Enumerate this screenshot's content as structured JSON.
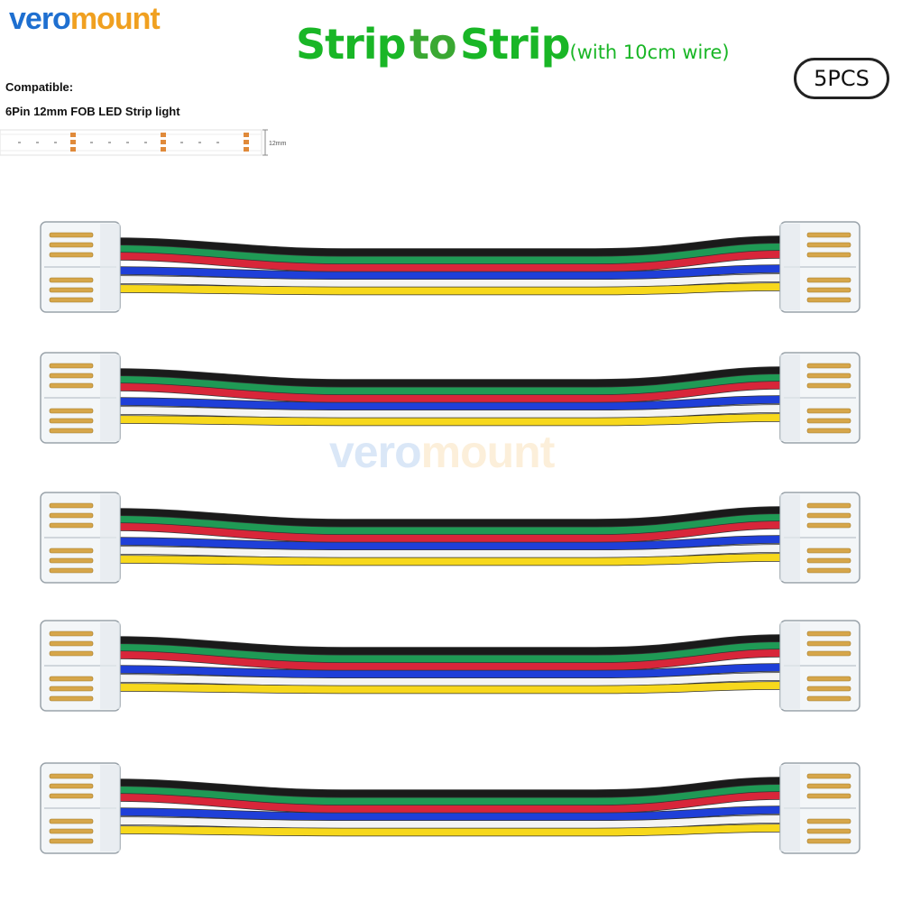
{
  "brand": {
    "part1": "vero",
    "part2": "mount"
  },
  "title": {
    "word1": "Strip",
    "word2": "to",
    "word3": "Strip",
    "suffix": "(with 10cm wire)"
  },
  "badge": "5PCS",
  "compatible": {
    "label": "Compatible:",
    "product": "6Pin 12mm FOB LED Strip light",
    "width_label": "12mm"
  },
  "watermark": {
    "part1": "vero",
    "part2": "mount"
  },
  "colors": {
    "title_green": "#19b626",
    "wire_black": "#1a1a1a",
    "wire_green": "#1f9a55",
    "wire_red": "#d8263a",
    "wire_blue": "#1f3fd8",
    "wire_white": "#f4f4f4",
    "wire_yellow": "#f7d81c"
  },
  "product": {
    "cable_count": 5,
    "wire_colors": [
      "black",
      "green",
      "red",
      "blue",
      "white",
      "yellow"
    ]
  }
}
